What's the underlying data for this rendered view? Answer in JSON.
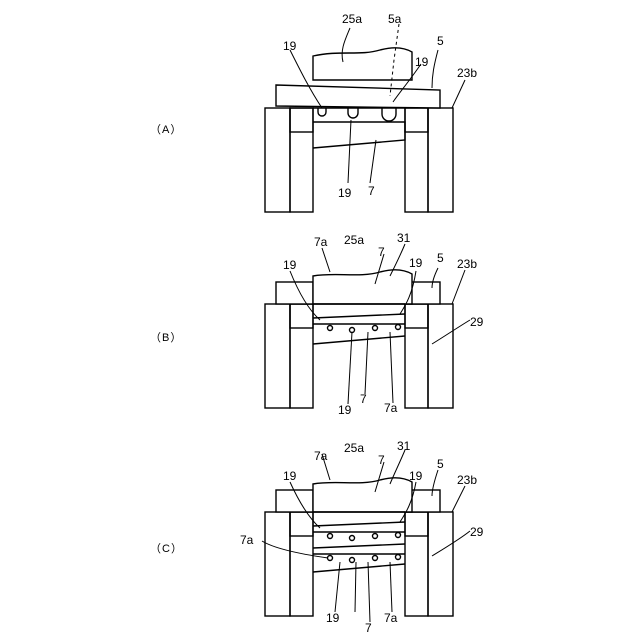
{
  "panels": [
    {
      "label": "（A）",
      "refs": {
        "r25a": "25a",
        "r5a": "5a",
        "r19a": "19",
        "r5": "5",
        "r19b": "19",
        "r23b": "23b",
        "r19c": "19",
        "r7": "7"
      }
    },
    {
      "label": "（B）",
      "refs": {
        "r7a1": "7a",
        "r25a": "25a",
        "r31": "31",
        "r7": "7",
        "r19a": "19",
        "r19b": "19",
        "r5": "5",
        "r23b": "23b",
        "r29": "29",
        "r19c": "19",
        "r7b": "7",
        "r7a2": "7a"
      }
    },
    {
      "label": "（C）",
      "refs": {
        "r7a1": "7a",
        "r25a": "25a",
        "r31": "31",
        "r7": "7",
        "r19a": "19",
        "r19b": "19",
        "r5": "5",
        "r23b": "23b",
        "r29": "29",
        "r7a3": "7a",
        "r19c": "19",
        "r7b": "7",
        "r7a2": "7a"
      }
    }
  ]
}
